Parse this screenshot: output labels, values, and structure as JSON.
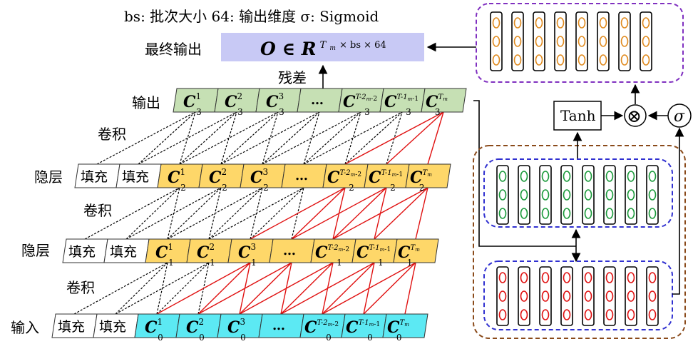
{
  "legend": {
    "text": "bs: 批次大小  64: 输出维度  σ: Sigmoid"
  },
  "final_output": {
    "label": "最终输出",
    "formula_main": "O ∈ R",
    "formula_sup_T": "T",
    "formula_sup_m": "m",
    "formula_rest": " × bs × 64"
  },
  "residual_label": "残差",
  "rows": {
    "output": {
      "label": "输出",
      "subscript": "3",
      "pads": []
    },
    "hidden2": {
      "label": "隐层",
      "subscript": "2",
      "pads": [
        "填充",
        "填充"
      ]
    },
    "hidden1": {
      "label": "隐层",
      "subscript": "1",
      "pads": [
        "填充",
        "填充"
      ]
    },
    "input": {
      "label": "输入",
      "subscript": "0",
      "pads": [
        "填充",
        "填充"
      ]
    }
  },
  "conv_label": "卷积",
  "cell_letter": "C",
  "cell_superscripts": [
    "1",
    "2",
    "3",
    "…",
    "Tm-2",
    "Tm-1",
    "Tm"
  ],
  "gate": {
    "tanh_label": "Tanh",
    "sigma_label": "σ",
    "multiply_label": "⊗"
  },
  "colors": {
    "output_cell": "#c6e0b4",
    "hidden_cell": "#fed769",
    "input_cell": "#5ce9f3",
    "final_box": "#c8c9f5",
    "red_line": "#e01010",
    "purple_dash": "#8030c0",
    "blue_dash": "#3030d0",
    "brown_dash": "#8a4a1a",
    "orange_oval": "#e08a1e",
    "green_oval": "#1a9a3a",
    "red_oval": "#e01010"
  }
}
